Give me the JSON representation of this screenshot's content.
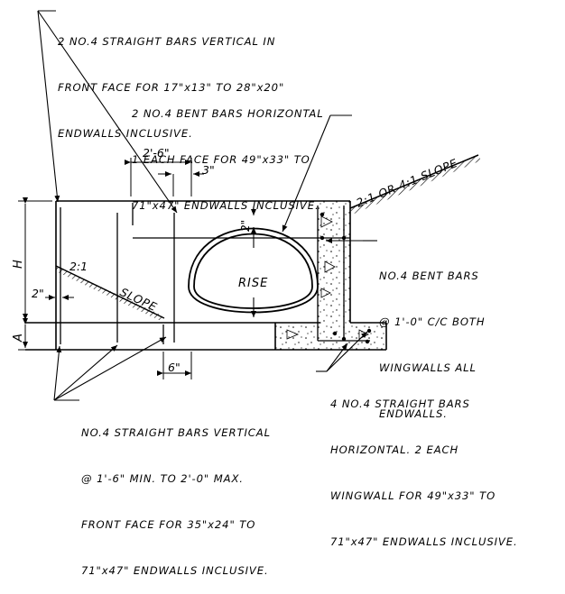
{
  "notes": {
    "front_vertical_bars": [
      "2 NO.4 STRAIGHT BARS VERTICAL IN",
      "FRONT FACE FOR 17\"x13\" TO 28\"x20\"",
      "ENDWALLS INCLUSIVE."
    ],
    "bent_horizontal_bars": [
      "2 NO.4 BENT BARS HORIZONTAL",
      "1 EACH FACE FOR 49\"x33\" TO",
      "71\"x47\" ENDWALLS INCLUSIVE."
    ],
    "wingwall_bent_bars": [
      "NO.4 BENT BARS",
      "@ 1'-0\" C/C BOTH",
      "WINGWALLS ALL",
      "ENDWALLS."
    ],
    "wingwall_straight_bars": [
      "4 NO.4 STRAIGHT BARS",
      "HORIZONTAL. 2 EACH",
      "WINGWALL FOR 49\"x33\" TO",
      "71\"x47\" ENDWALLS INCLUSIVE."
    ],
    "vertical_spacing_bars": [
      "NO.4 STRAIGHT BARS VERTICAL",
      "@ 1'-6\" MIN. TO 2'-0\" MAX.",
      "FRONT FACE FOR 35\"x24\" TO",
      "71\"x47\" ENDWALLS INCLUSIVE."
    ]
  },
  "labels": {
    "dim_2ft6in": "2'-6\"",
    "dim_3in": "3\"",
    "dim_2in_top": "2\"",
    "dim_2in_left": "2\"",
    "dim_6in": "6\"",
    "dim_h": "H",
    "dim_a": "A",
    "slope_ratio_left": "2:1",
    "slope_left": "SLOPE",
    "slope_right": "2:1 OR 4:1 SLOPE",
    "rise": "RISE"
  }
}
